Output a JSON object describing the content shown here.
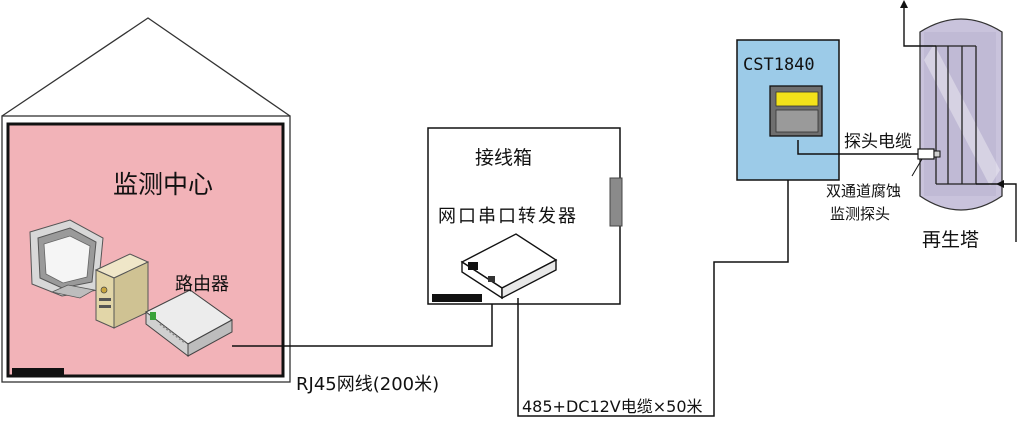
{
  "monitoring_center": {
    "title": "监测中心",
    "router_label": "路由器"
  },
  "junction_box": {
    "title": "接线箱",
    "converter_label": "网口串口转发器"
  },
  "instrument": {
    "model": "CST1840",
    "probe_cable_label": "探头电缆"
  },
  "probe": {
    "label_line1": "双通道腐蚀",
    "label_line2": "监测探头"
  },
  "tower": {
    "label": "再生塔"
  },
  "cables": {
    "rj45_label": "RJ45网线(200米)",
    "power_label": "485+DC12V电缆×50米"
  },
  "colors": {
    "room_fill": "#f2b3b8",
    "instrument_fill": "#9ccbe8",
    "tower_fill": "#c9c3dc",
    "display_yellow": "#f3e21a"
  }
}
